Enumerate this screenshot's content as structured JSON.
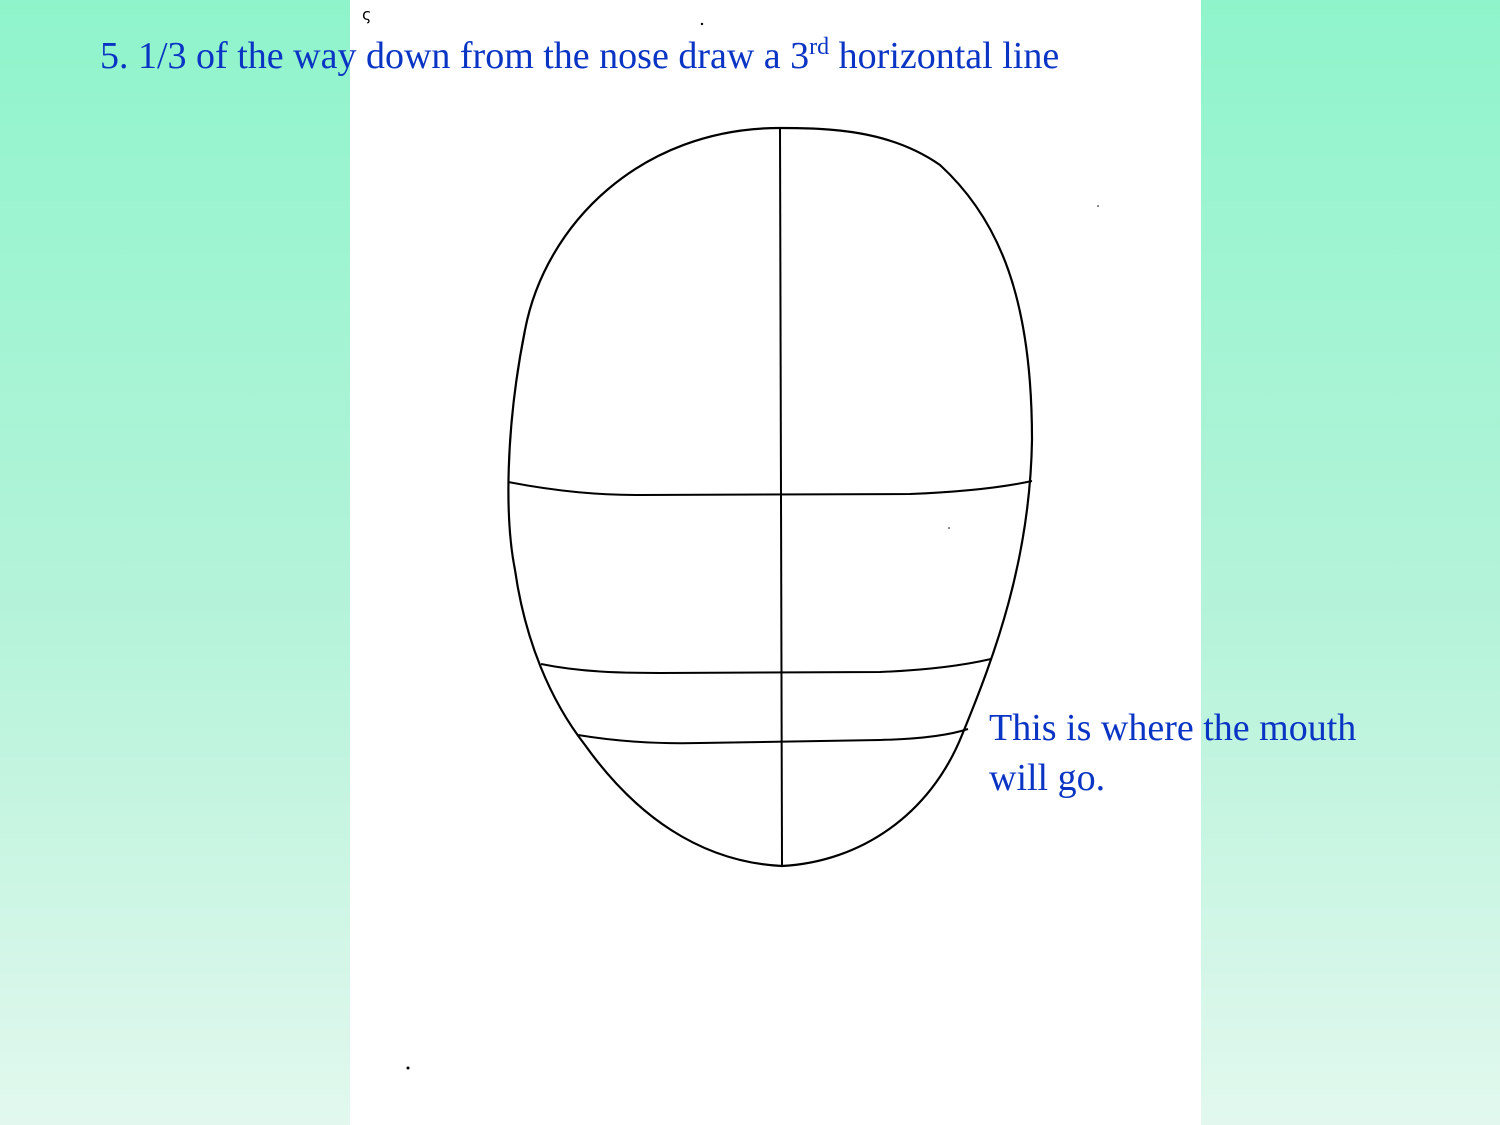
{
  "slide": {
    "title": {
      "prefix": "5. 1/3 of the way down from the nose draw a 3",
      "superscript": "rd",
      "suffix": " horizontal line"
    },
    "caption": {
      "line1": "This is where the mouth",
      "line2": "will go."
    },
    "corner_mark": "ς"
  },
  "colors": {
    "text": "#0a35c4",
    "background_top": "#8ff4cb",
    "background_bottom": "#e2f8ee",
    "paper": "#ffffff",
    "ink": "#000000"
  }
}
